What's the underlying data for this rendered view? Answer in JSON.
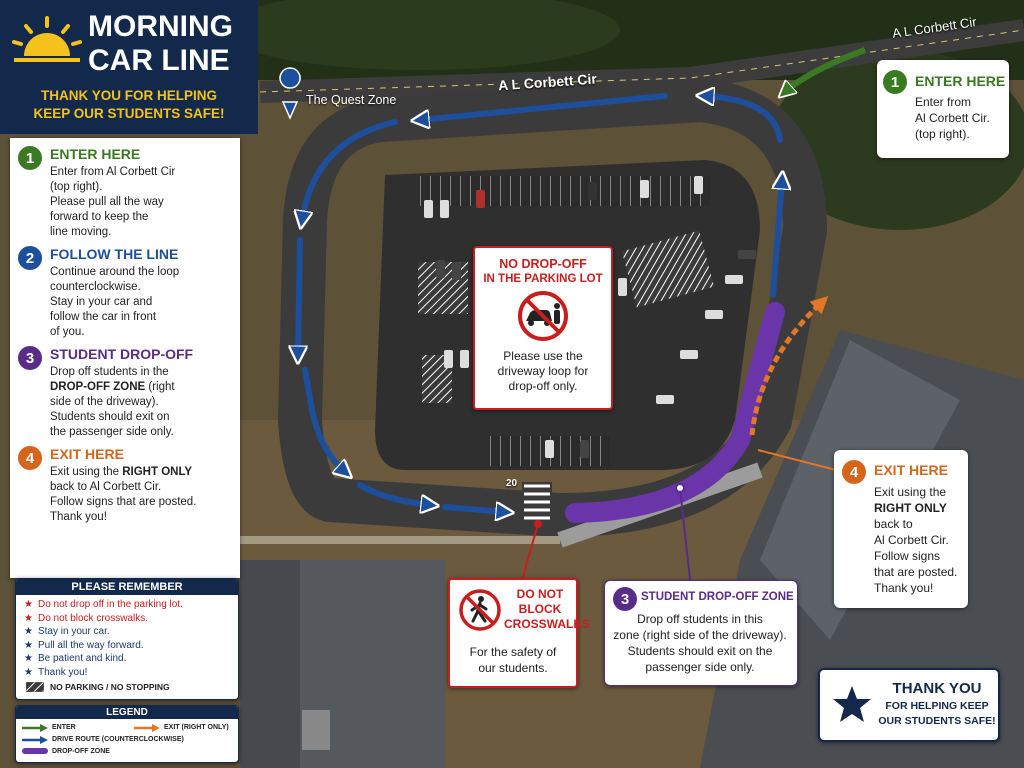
{
  "header": {
    "title_line1": "MORNING",
    "title_line2": "CAR LINE",
    "subtitle_line1": "THANK YOU FOR HELPING",
    "subtitle_line2": "KEEP OUR STUDENTS SAFE!",
    "icon": "sunrise-icon"
  },
  "steps": [
    {
      "num": "1",
      "title": "ENTER HERE",
      "lines": [
        "Enter from Al Corbett Cir",
        "(top right).",
        "Please pull all the way",
        "forward to keep the",
        "line moving."
      ],
      "color": "#3a7a22"
    },
    {
      "num": "2",
      "title": "FOLLOW THE LINE",
      "lines": [
        "Continue around the loop",
        "counterclockwise.",
        "Stay in your car and",
        "follow the car in front",
        "of you."
      ],
      "color": "#1d4f9c"
    },
    {
      "num": "3",
      "title": "STUDENT DROP-OFF",
      "lines_rich": [
        "Drop off students in the",
        "<b>DROP-OFF ZONE</b> (right",
        "side of the driveway).",
        "Students should exit on",
        "the passenger side only."
      ],
      "color": "#5a2c8a"
    },
    {
      "num": "4",
      "title": "EXIT HERE",
      "lines_rich": [
        "Exit using the <b>RIGHT ONLY</b>",
        "back to Al Corbett Cir.",
        "Follow signs that are posted.",
        "Thank you!"
      ],
      "color": "#d6651c"
    }
  ],
  "remember": {
    "title": "PLEASE REMEMBER",
    "items": [
      {
        "text": "Do not drop off in the parking lot.",
        "color": "#c81e1e"
      },
      {
        "text": "Do not block crosswalks.",
        "color": "#c81e1e"
      },
      {
        "text": "Stay in your car.",
        "color": "#1d3a6e"
      },
      {
        "text": "Pull all the way forward.",
        "color": "#1d3a6e"
      },
      {
        "text": "Be patient and kind.",
        "color": "#1d3a6e"
      },
      {
        "text": "Thank you!",
        "color": "#1d3a6e"
      }
    ],
    "hatch_label": "NO PARKING / NO STOPPING"
  },
  "legend": {
    "title": "LEGEND",
    "enter": "ENTER",
    "exit": "EXIT (RIGHT ONLY)",
    "route": "DRIVE ROUTE (COUNTERCLOCKWISE)",
    "zone": "DROP-OFF ZONE"
  },
  "map_labels": {
    "road_top": "A L Corbett Cir",
    "road_mid": "A L Corbett Cir",
    "quest_zone": "The Quest Zone",
    "lot_number": "20"
  },
  "signs": {
    "no_dropoff_title_1": "NO DROP-OFF",
    "no_dropoff_title_2": "IN THE PARKING LOT",
    "no_dropoff_body": [
      "Please use the",
      "driveway loop for",
      "drop-off only."
    ],
    "crosswalk_title": [
      "DO NOT",
      "BLOCK",
      "CROSSWALKS"
    ],
    "crosswalk_body": [
      "For the safety of",
      "our students."
    ]
  },
  "callouts": {
    "enter": {
      "num": "1",
      "title": "ENTER HERE",
      "lines": [
        "Enter from",
        "Al Corbett Cir.",
        "(top right)."
      ]
    },
    "exit": {
      "num": "4",
      "title": "EXIT HERE",
      "lines": [
        "Exit using the",
        "RIGHT ONLY",
        "back to",
        "Al Corbett Cir.",
        "Follow signs",
        "that are posted.",
        "Thank you!"
      ]
    },
    "dropoff": {
      "num": "3",
      "title": "STUDENT DROP-OFF ZONE",
      "lines": [
        "Drop off students in this",
        "zone (right side of the driveway).",
        "Students should exit on the",
        "passenger side only."
      ]
    }
  },
  "thank_you": {
    "line1": "THANK YOU",
    "line2": "FOR HELPING KEEP",
    "line3": "OUR STUDENTS SAFE!"
  },
  "colors": {
    "enter": "#3a7a22",
    "route": "#1d4f9c",
    "zone": "#6a35a8",
    "exit": "#e07828",
    "navy": "#13294b",
    "gold": "#f5c21b",
    "red": "#c81e1e"
  }
}
